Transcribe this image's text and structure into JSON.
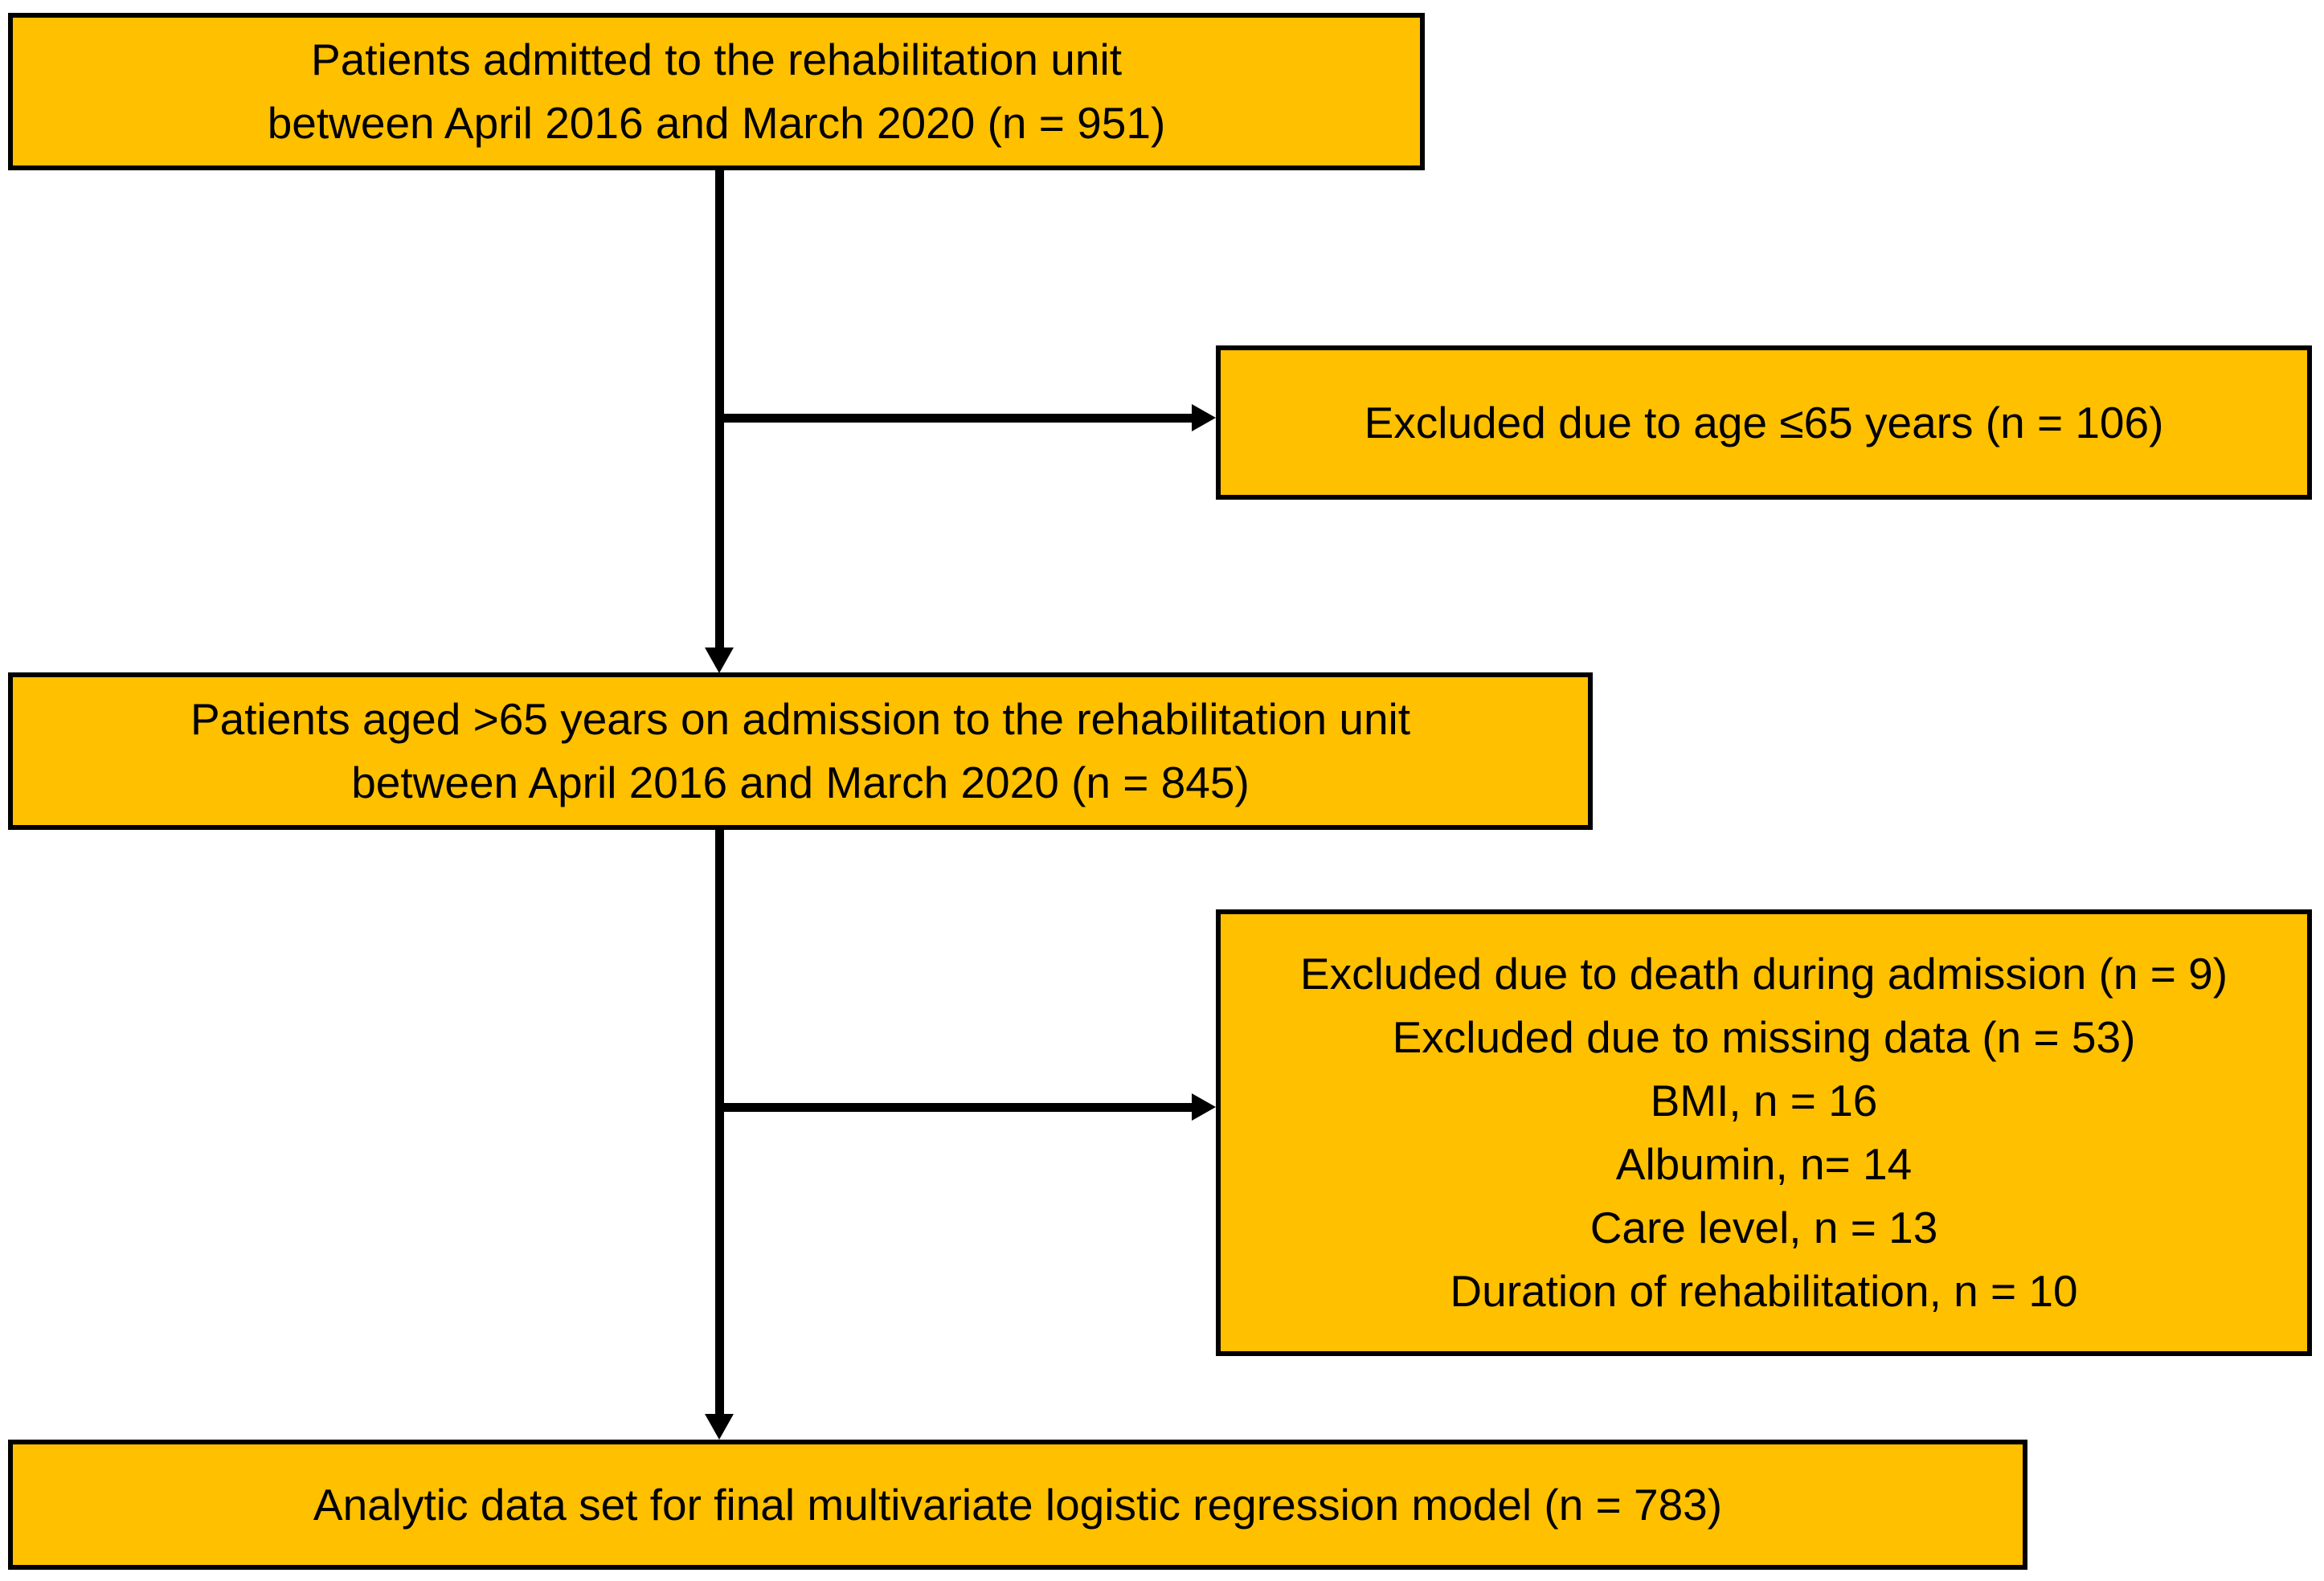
{
  "figure": {
    "type": "flowchart",
    "colors": {
      "background": "#FFFFFF",
      "box_fill": "#FFC000",
      "box_border": "#000000",
      "arrow": "#000000",
      "text": "#000000"
    },
    "nodes": {
      "admitted": {
        "lines": [
          "Patients admitted to the rehabilitation unit",
          "between April 2016 and March 2020 (n = 951)"
        ]
      },
      "excluded_age": {
        "lines": [
          "Excluded due to age ≤65 years (n = 106)"
        ]
      },
      "aged_over65": {
        "lines": [
          "Patients aged >65 years on admission to the rehabilitation unit",
          "between April 2016 and March 2020 (n = 845)"
        ]
      },
      "excluded_missing": {
        "lines": [
          "Excluded due to death during admission (n = 9)",
          "Excluded due to missing data (n = 53)",
          "BMI, n = 16",
          "Albumin, n= 14",
          "Care level, n = 13",
          "Duration of rehabilitation, n = 10"
        ]
      },
      "analytic": {
        "lines": [
          "Analytic data set for final multivariate logistic regression model (n = 783)"
        ]
      }
    },
    "edges": [
      {
        "from": "admitted",
        "to": "aged_over65",
        "type": "arrow-down"
      },
      {
        "from": "admitted",
        "to": "excluded_age",
        "type": "arrow-right"
      },
      {
        "from": "aged_over65",
        "to": "analytic",
        "type": "arrow-down"
      },
      {
        "from": "aged_over65",
        "to": "excluded_missing",
        "type": "arrow-right"
      }
    ]
  }
}
